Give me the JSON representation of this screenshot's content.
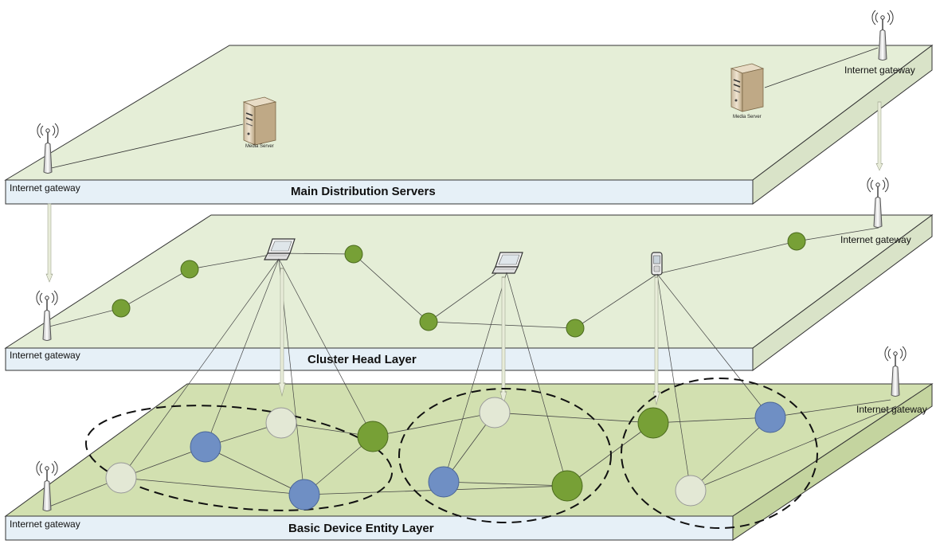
{
  "layers": {
    "top": {
      "title": "Main Distribution Servers"
    },
    "middle": {
      "title": "Cluster Head Layer"
    },
    "bottom": {
      "title": "Basic Device Entity Layer"
    }
  },
  "gateway_label": "Internet gateway",
  "server_label": "Media Server",
  "colors": {
    "top_plate": "#e5eed7",
    "mid_plate": "#e5eed7",
    "bottom_plate": "#d2e0b0",
    "front_face": "#e6f0f7",
    "green_node": "#77a036",
    "blue_node": "#6f8fc4",
    "pale_node": "#e3e8d5",
    "arrow": "#e8ecd9"
  },
  "icons": [
    "antenna-icon",
    "server-icon",
    "laptop-icon",
    "phone-icon"
  ]
}
